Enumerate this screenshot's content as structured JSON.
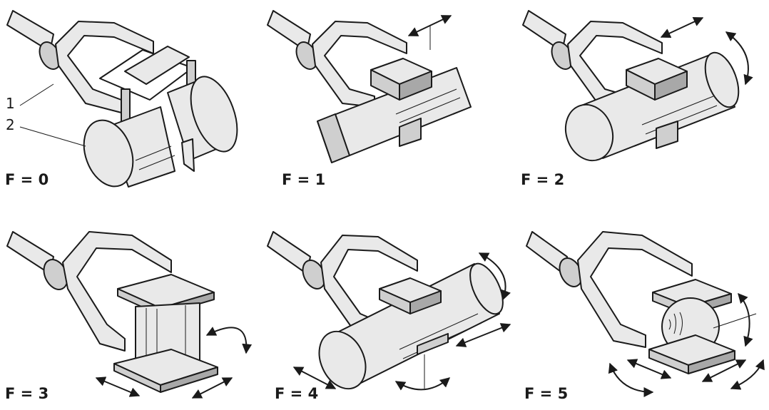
{
  "callouts": [
    "1",
    "2"
  ],
  "panels": [
    {
      "label": "F = 0"
    },
    {
      "label": "F = 1"
    },
    {
      "label": "F = 2"
    },
    {
      "label": "F = 3"
    },
    {
      "label": "F = 4"
    },
    {
      "label": "F = 5"
    }
  ],
  "colors": {
    "ink": "#1a1a1a",
    "part_light": "#e9e9e9",
    "part_mid": "#cfcfcf",
    "part_dark": "#a8a8a8"
  }
}
